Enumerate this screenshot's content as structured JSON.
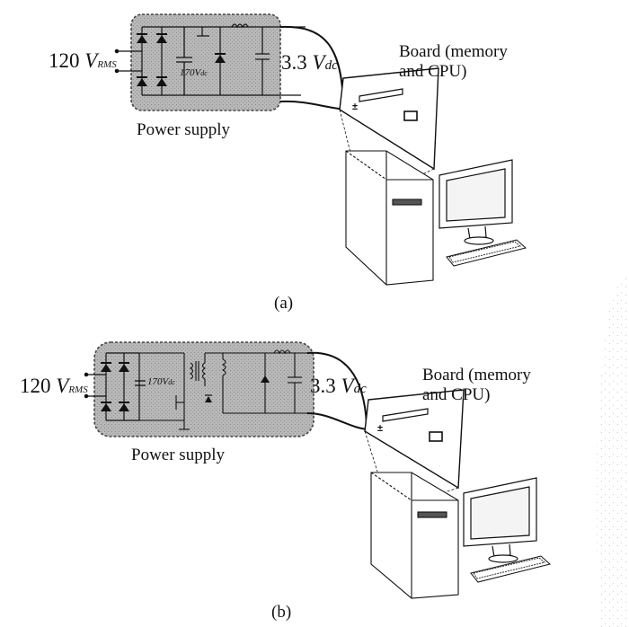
{
  "figure_a": {
    "input_voltage": {
      "value": "120",
      "unit": "V",
      "subscript": "RMS"
    },
    "dc_bus": {
      "value": "170",
      "unit": "V",
      "subscript": "dc"
    },
    "output_voltage": {
      "value": "3.3",
      "unit": "V",
      "subscript": "dc"
    },
    "block_label": "Power supply",
    "load_label_line1": "Board (memory",
    "load_label_line2": "and CPU)",
    "terminal_sign": "±",
    "caption": "(a)"
  },
  "figure_b": {
    "input_voltage": {
      "value": "120",
      "unit": "V",
      "subscript": "RMS"
    },
    "dc_bus": {
      "value": "170",
      "unit": "V",
      "subscript": "dc"
    },
    "output_voltage": {
      "value": "3.3",
      "unit": "V",
      "subscript": "dc"
    },
    "block_label": "Power supply",
    "load_label_line1": "Board (memory",
    "load_label_line2": "and CPU)",
    "terminal_sign": "±",
    "caption": "(b)"
  },
  "colors": {
    "block_fill": "#b4b4b4",
    "block_border": "#444444",
    "ink": "#111111",
    "screen": "#f4f4f4"
  },
  "icons": [
    "diode-icon",
    "capacitor-icon",
    "inductor-icon",
    "transformer-icon",
    "transistor-icon",
    "circuit-board-icon",
    "computer-tower-icon",
    "monitor-icon",
    "keyboard-icon"
  ]
}
